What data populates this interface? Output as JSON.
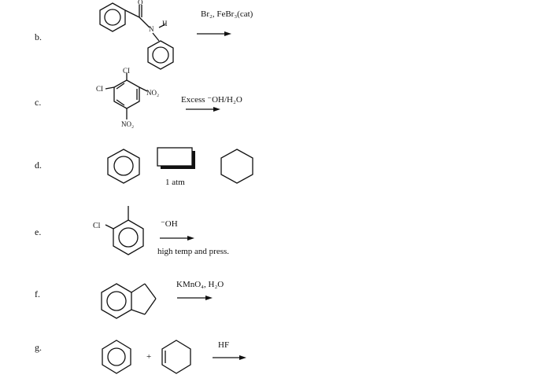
{
  "problems": [
    {
      "label": "b.",
      "reagent": "Br₂, FeBr₃(cat)"
    },
    {
      "label": "c.",
      "reagent": "Excess ⁻OH/H₂O"
    },
    {
      "label": "d.",
      "reagent": "1 atm"
    },
    {
      "label": "e.",
      "reagent_top": "⁻OH",
      "reagent_bottom": "high temp and press."
    },
    {
      "label": "f.",
      "reagent": "KMnO₄, H₂O"
    },
    {
      "label": "g.",
      "reagent": "HF",
      "plus": "+"
    }
  ],
  "atoms": {
    "o": "O",
    "n": "N",
    "h": "H",
    "cl": "Cl",
    "cl_caps": "CI",
    "no2": "NO₂"
  }
}
